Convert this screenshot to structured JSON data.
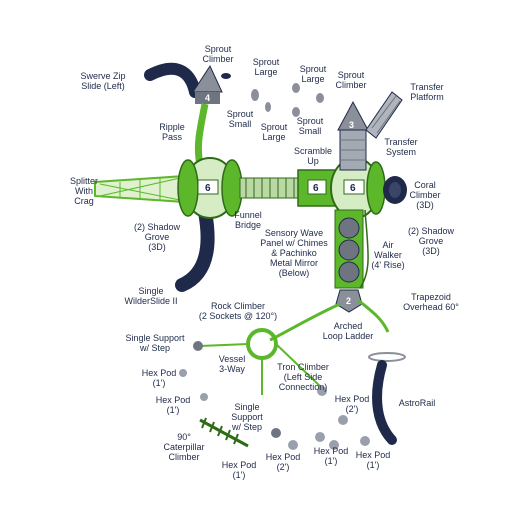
{
  "colors": {
    "navy": "#1f2a4a",
    "green": "#5cb82a",
    "dark_green": "#2f6b17",
    "gray": "#8a8f99",
    "pod": "#9aa0ab"
  },
  "labels": {
    "sprout_climber_top": "Sprout\nClimber",
    "sprout_large_1": "Sprout\nLarge",
    "sprout_large_2": "Sprout\nLarge",
    "sprout_climber_right": "Sprout\nClimber",
    "transfer_platform": "Transfer\nPlatform",
    "swerve_zip_slide": "Swerve Zip\nSlide (Left)",
    "sprout_small_1": "Sprout\nSmall",
    "sprout_large_3": "Sprout\nLarge",
    "sprout_small_2": "Sprout\nSmall",
    "ripple_pass": "Ripple\nPass",
    "scramble_up": "Scramble\nUp",
    "transfer_system": "Transfer\nSystem",
    "splitter_with_crag": "Splitter\nWith\nCrag",
    "coral_climber": "Coral\nClimber\n(3D)",
    "funnel_bridge": "Funnel\nBridge",
    "shadow_grove_left": "(2) Shadow\nGrove\n(3D)",
    "shadow_grove_right": "(2) Shadow\nGrove\n(3D)",
    "sensory_wave": "Sensory Wave\nPanel w/ Chimes\n& Pachinko\nMetal Mirror\n(Below)",
    "air_walker": "Air\nWalker\n(4' Rise)",
    "single_wilderslide": "Single\nWilderSlide II",
    "rock_climber": "Rock Climber\n(2 Sockets @ 120°)",
    "trapezoid_overhead": "Trapezoid\nOverhead 60°",
    "arched_loop_ladder": "Arched\nLoop Ladder",
    "single_support_1": "Single Support\nw/ Step",
    "vessel_3way": "Vessel\n3-Way",
    "tron_climber": "Tron Climber\n(Left Side\nConnection)",
    "hex_pod_a": "Hex Pod\n(1')",
    "hex_pod_b": "Hex Pod\n(1')",
    "hex_pod_c": "Hex Pod\n(2')",
    "astrorail": "AstroRail",
    "single_support_2": "Single\nSupport\nw/ Step",
    "caterpillar": "90°\nCaterpillar\nClimber",
    "hex_pod_d": "Hex Pod\n(1')",
    "hex_pod_e": "Hex Pod\n(2')",
    "hex_pod_f": "Hex Pod\n(1')",
    "hex_pod_g": "Hex Pod\n(1')"
  },
  "deck_heights": {
    "top_left_roof": "4",
    "right_roof": "3",
    "left_deck": "6",
    "mid_deck": "6",
    "right_deck": "6",
    "lower_deck": "2"
  }
}
